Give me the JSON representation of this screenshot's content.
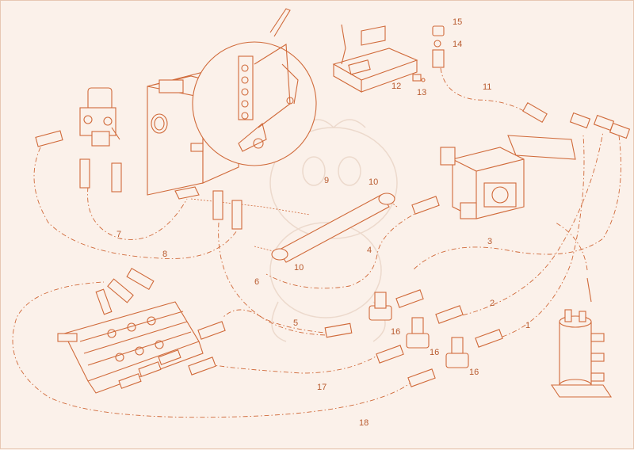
{
  "diagram": {
    "line_color": "#d06a3a",
    "background_color": "#fbf1ea",
    "callouts": {
      "c1": "1",
      "c2": "2",
      "c3": "3",
      "c4": "4",
      "c5": "5",
      "c6": "6",
      "c7": "7",
      "c8": "8",
      "c9": "9",
      "c10a": "10",
      "c10b": "10",
      "c11": "11",
      "c12": "12",
      "c13": "13",
      "c14": "14",
      "c15": "15",
      "c16a": "16",
      "c16b": "16",
      "c16c": "16",
      "c17": "17",
      "c18": "18"
    }
  }
}
